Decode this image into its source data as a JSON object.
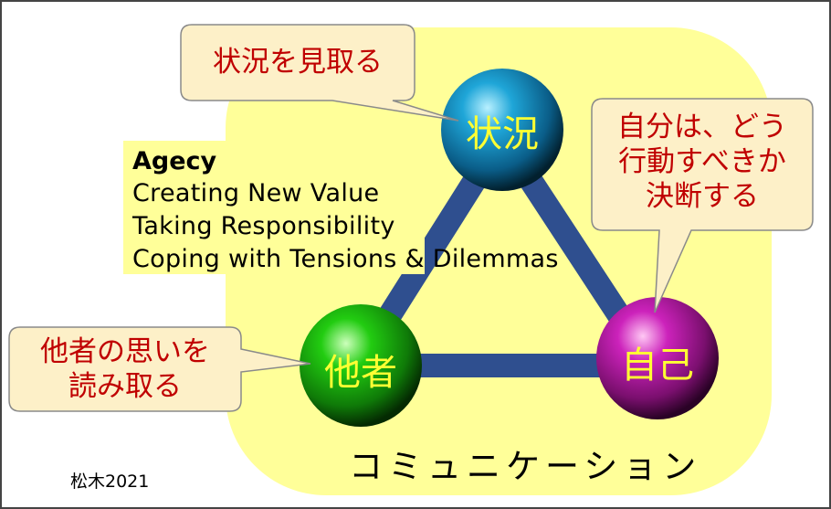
{
  "agency": {
    "title": "Agecy",
    "items": [
      "Creating New Value",
      "Taking Responsibility",
      "Coping with Tensions & Dilemmas"
    ]
  },
  "nodes": {
    "situation": "状況",
    "others": "他者",
    "self": "自己"
  },
  "callouts": {
    "situation": "状況を見取る",
    "self": [
      "自分は、どう",
      "行動すべきか",
      "決断する"
    ],
    "others": [
      "他者の思いを",
      "読み取る"
    ]
  },
  "communication": "コミュニケーション",
  "credit": "松木2021",
  "colors": {
    "background_blob": "#ffff99",
    "triangle": "#2f4f8f",
    "callout_fill": "#fdf0c8",
    "callout_text": "#c00000",
    "sphere_situation": "#1fa6d8",
    "sphere_others": "#22cc11",
    "sphere_self": "#cc22bb",
    "sphere_label": "#ffff33"
  }
}
